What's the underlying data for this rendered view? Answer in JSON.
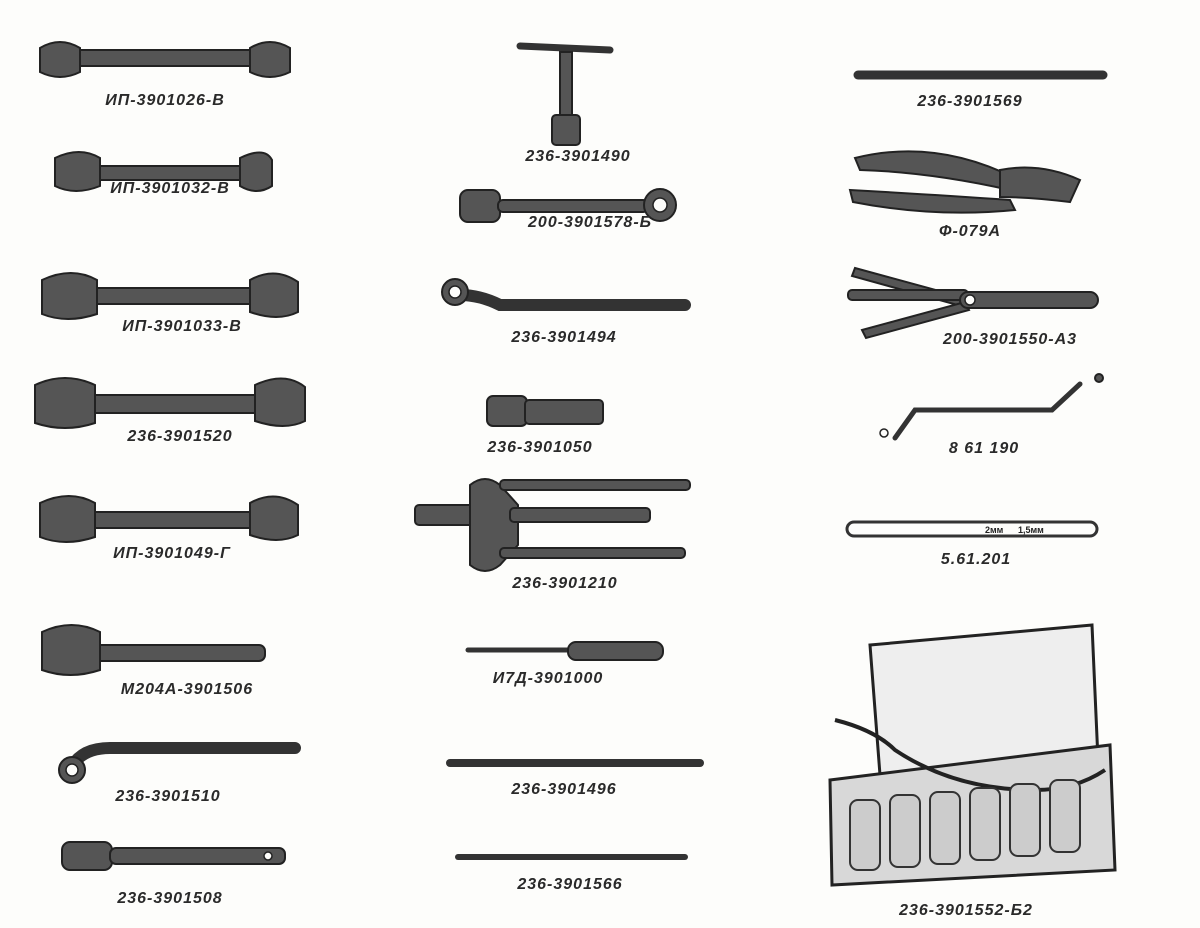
{
  "left_column": [
    {
      "label": "ИП-3901026-В"
    },
    {
      "label": "ИП-3901032-В"
    },
    {
      "label": "ИП-3901033-В"
    },
    {
      "label": "236-3901520"
    },
    {
      "label": "ИП-3901049-Г"
    },
    {
      "label": "М204А-3901506"
    },
    {
      "label": "236-3901510"
    },
    {
      "label": "236-3901508"
    }
  ],
  "middle_column": [
    {
      "label": "236-3901490"
    },
    {
      "label": "200-3901578-Б"
    },
    {
      "label": "236-3901494"
    },
    {
      "label": "236-3901050"
    },
    {
      "label": "236-3901210"
    },
    {
      "label": "И7Д-3901000"
    },
    {
      "label": "236-3901496"
    },
    {
      "label": "236-3901566"
    }
  ],
  "right_column": [
    {
      "label": "236-3901569"
    },
    {
      "label": "Ф-079А"
    },
    {
      "label": "200-3901550-А3"
    },
    {
      "label": "8 61 190"
    },
    {
      "label": "5.61.201"
    },
    {
      "label": "236-3901552-Б2"
    }
  ],
  "feeler_gauge_markings": [
    "2мм",
    "1,5мм"
  ]
}
